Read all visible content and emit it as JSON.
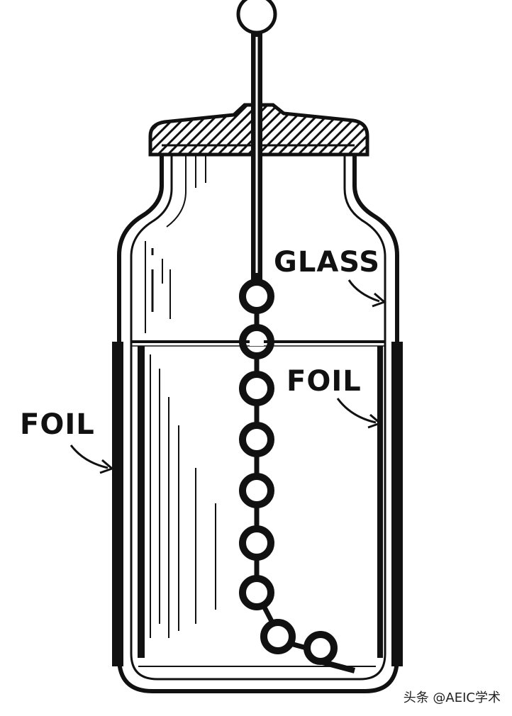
{
  "labels": {
    "glass": "GLASS",
    "foil_inner": "FOIL",
    "foil_outer": "FOIL"
  },
  "watermark": "头条 @AEIC学术",
  "colors": {
    "ink": "#111111",
    "background": "#ffffff"
  }
}
